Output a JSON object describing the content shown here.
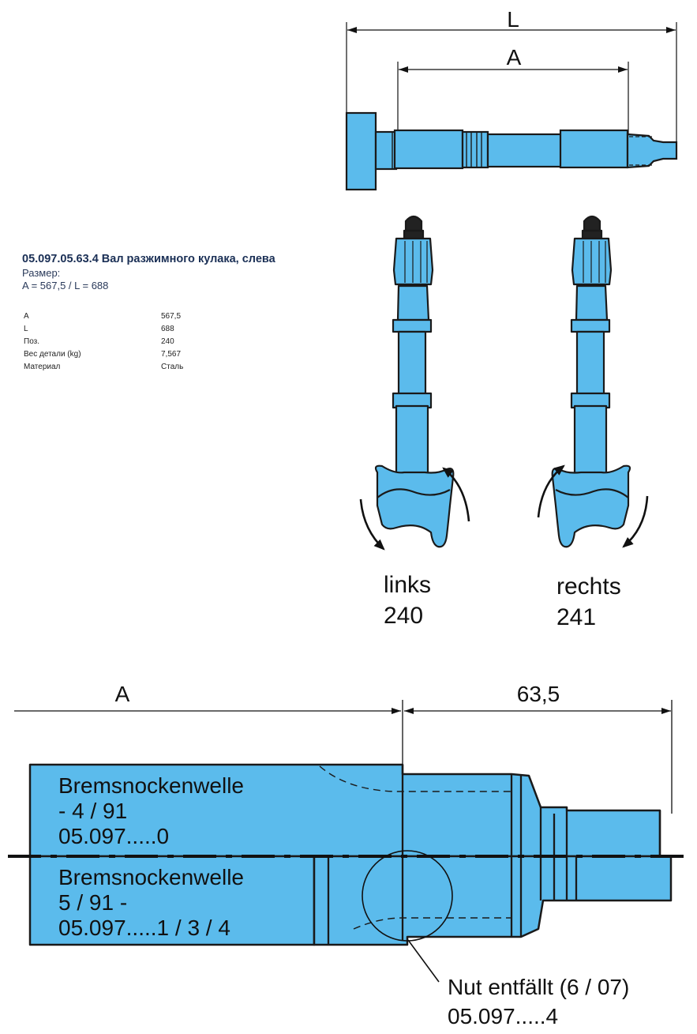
{
  "product": {
    "title": "05.097.05.63.4 Вал разжимного кулака, слева",
    "size_label": "Размер:",
    "size_value": "A = 567,5 / L = 688"
  },
  "specs": [
    {
      "key": "A",
      "value": "567,5"
    },
    {
      "key": "L",
      "value": "688"
    },
    {
      "key": "Поз.",
      "value": "240"
    },
    {
      "key": "Вес детали (kg)",
      "value": "7,567"
    },
    {
      "key": "Материал",
      "value": "Сталь"
    }
  ],
  "top_drawing": {
    "dim_L": "L",
    "dim_A": "A"
  },
  "variants": [
    {
      "side": "links",
      "pos": "240"
    },
    {
      "side": "rechts",
      "pos": "241"
    }
  ],
  "detail_drawing": {
    "dim_A": "A",
    "dim_635": "63,5",
    "upper_label": [
      "Bremsnockenwelle",
      "- 4 / 91",
      "05.097.....0"
    ],
    "lower_label": [
      "Bremsnockenwelle",
      "5 / 91 -",
      "05.097.....1 / 3 / 4"
    ],
    "callout": [
      "Nut entfällt (6 / 07)",
      "05.097.....4"
    ]
  },
  "colors": {
    "part_fill": "#5bbbec",
    "outline": "#1a1a1a",
    "info_title": "#1a2f55"
  }
}
